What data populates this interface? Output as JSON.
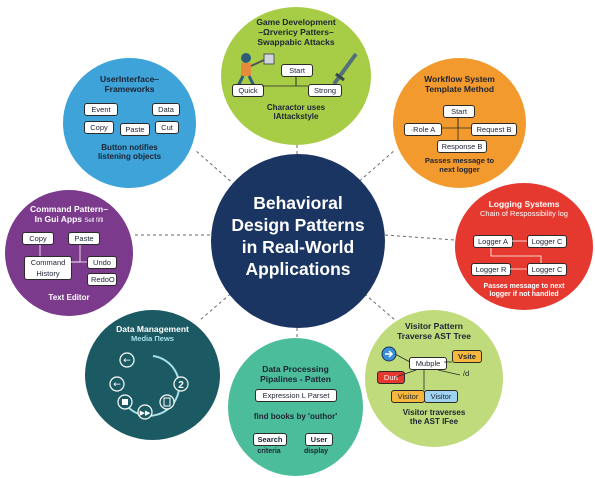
{
  "center": {
    "title_lines": [
      "Behavioral",
      "Design Patterns",
      "in Real-World",
      "Applications"
    ]
  },
  "game": {
    "title_1": "Game Development",
    "title_2": "–Ωrvericy Patters–",
    "title_3": "Swappabic Attacks",
    "start": "Start",
    "quick": "Quick",
    "strong": "Strong",
    "note_1": "Charactor uses",
    "note_2": "lAttackstyle"
  },
  "ui": {
    "title_1": "UserInterface–",
    "title_2": "Frameworks",
    "event": "Event",
    "data": "Data",
    "copy": "Copy",
    "paste": "Paste",
    "cut": "Cut",
    "note_1": "Button notifies",
    "note_2": "listening objects"
  },
  "workflow": {
    "title_1": "Workflow System",
    "title_2": "Template Method",
    "start": "Start",
    "role_a": "·Role A",
    "request_b": "Request B",
    "response_b": "Response B",
    "note_1": "Passes message to",
    "note_2": "next logger"
  },
  "command": {
    "title_1": "Command Pattern–",
    "title_2": "In Gui Apps",
    "title_small": "Sell fifll",
    "copy": "Copy",
    "paste": "Paste",
    "history_1": "Command",
    "history_2": "History",
    "undo": "Undo",
    "redo": "RedoO",
    "note": "Text Editor"
  },
  "logging": {
    "title_1": "Logging Systems",
    "title_2": "Chain of Respossibility log",
    "logger_a": "Logger A",
    "logger_c1": "Logger C",
    "logger_r": "Logger R",
    "logger_c2": "Logger C",
    "note_1": "Passes message to next",
    "note_2": "logger if not handled"
  },
  "datamgmt": {
    "title_1": "Data Management",
    "title_2": "Media Πews",
    "step_2": "2"
  },
  "processing": {
    "title_1": "Data Processing",
    "title_2": "Pipalines - Patten",
    "expression": "Expression L Parset",
    "note": "find books by 'outhor'",
    "search": "Search",
    "search_sub": "criteria",
    "user": "User",
    "user_sub": "display"
  },
  "visitor": {
    "title_1": "Visitor Pattern",
    "title_2": "Traverse AST Tree",
    "mubple": "Mubple",
    "vsite": "Vsite",
    "durt": "Durt",
    "d": "/d",
    "visitor_1": "Visitor",
    "visitor_2": "Visitor",
    "note_1": "Visitor traverses",
    "note_2": "the AST lFee"
  },
  "colors": {
    "center": "#1b3563",
    "game": "#a6cd45",
    "ui": "#3da3d8",
    "workflow": "#f29a2e",
    "command": "#7b3a8c",
    "logging": "#e5392f",
    "datamgmt": "#1c5a63",
    "processing": "#4cbd9a",
    "visitor": "#bfdb7c"
  }
}
